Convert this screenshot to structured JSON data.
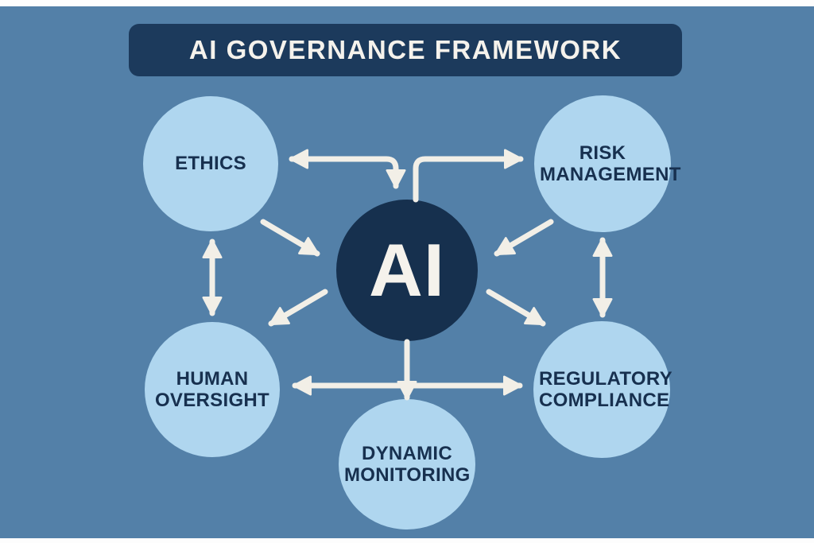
{
  "title": {
    "text": "AI GOVERNANCE FRAMEWORK"
  },
  "center_node": {
    "label": "AI"
  },
  "nodes": [
    {
      "id": "ethics",
      "label": "ETHICS"
    },
    {
      "id": "risk-management",
      "label": "RISK MANAGEMENT"
    },
    {
      "id": "human-oversight",
      "label": "HUMAN OVERSIGHT"
    },
    {
      "id": "regulatory-compliance",
      "label": "REGULATORY COMPLIANCE"
    },
    {
      "id": "dynamic-monitoring",
      "label": "DYNAMIC MONITORING"
    }
  ],
  "connections": [
    {
      "from": "ai",
      "to": "ethics",
      "style": "elbow",
      "heads": "both",
      "note": "points left to ethics and down to ai"
    },
    {
      "from": "ai",
      "to": "risk-management",
      "style": "elbow",
      "heads": "end"
    },
    {
      "from": "ethics",
      "to": "ai",
      "style": "diagonal",
      "heads": "end"
    },
    {
      "from": "ai",
      "to": "human-oversight",
      "style": "diagonal",
      "heads": "end"
    },
    {
      "from": "risk-management",
      "to": "ai",
      "style": "diagonal",
      "heads": "end"
    },
    {
      "from": "ai",
      "to": "regulatory-compliance",
      "style": "diagonal",
      "heads": "end"
    },
    {
      "from": "ethics",
      "to": "human-oversight",
      "style": "vertical",
      "heads": "both"
    },
    {
      "from": "risk-management",
      "to": "regulatory-compliance",
      "style": "vertical",
      "heads": "both"
    },
    {
      "from": "ai",
      "to": "dynamic-monitoring",
      "style": "vertical",
      "heads": "end"
    },
    {
      "from": "human-oversight",
      "to": "regulatory-compliance",
      "style": "horizontal",
      "heads": "both"
    }
  ],
  "colors": {
    "background": "#5380A8",
    "node_fill": "#AFD6EF",
    "node_text": "#17304F",
    "center_fill": "#16304E",
    "banner_fill": "#1C3A5C",
    "banner_text": "#F5F2EC",
    "arrow": "#F2EFE7",
    "frame": "#FDFDFD"
  }
}
